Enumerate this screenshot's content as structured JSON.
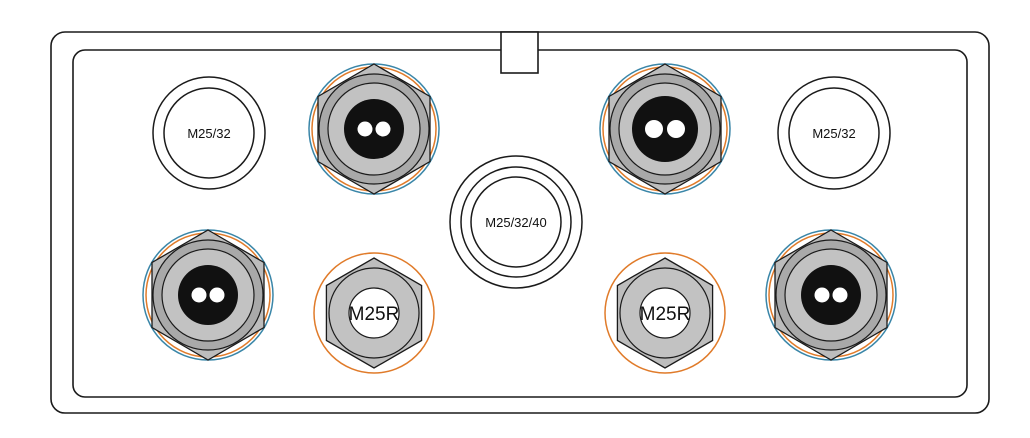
{
  "diagram": {
    "colors": {
      "outline": "#1a1a1a",
      "gland_fill": "#bdbdbd",
      "gland_ring": "#a9a9a9",
      "insert": "#111111",
      "cable": "#ffffff",
      "ring_teal": "#3a86a8",
      "ring_orange": "#e07b2a",
      "background": "#ffffff"
    },
    "tab_icon": "small-rectangular-tab",
    "glands": [
      {
        "id": "top-left-plug",
        "type": "plug",
        "label": "M25/32"
      },
      {
        "id": "top-left-cable-gland",
        "type": "cable-gland-2-hole",
        "label": ""
      },
      {
        "id": "center-plug",
        "type": "plug",
        "label": "M25/32/40"
      },
      {
        "id": "top-right-cable-gland",
        "type": "cable-gland-2-hole",
        "label": ""
      },
      {
        "id": "top-right-plug",
        "type": "plug",
        "label": "M25/32"
      },
      {
        "id": "bottom-left-cable-gland",
        "type": "cable-gland-2-hole",
        "label": ""
      },
      {
        "id": "bottom-left-reducer",
        "type": "reducer",
        "label": "M25R"
      },
      {
        "id": "bottom-right-reducer",
        "type": "reducer",
        "label": "M25R"
      },
      {
        "id": "bottom-right-cable-gland",
        "type": "cable-gland-2-hole",
        "label": ""
      }
    ]
  }
}
